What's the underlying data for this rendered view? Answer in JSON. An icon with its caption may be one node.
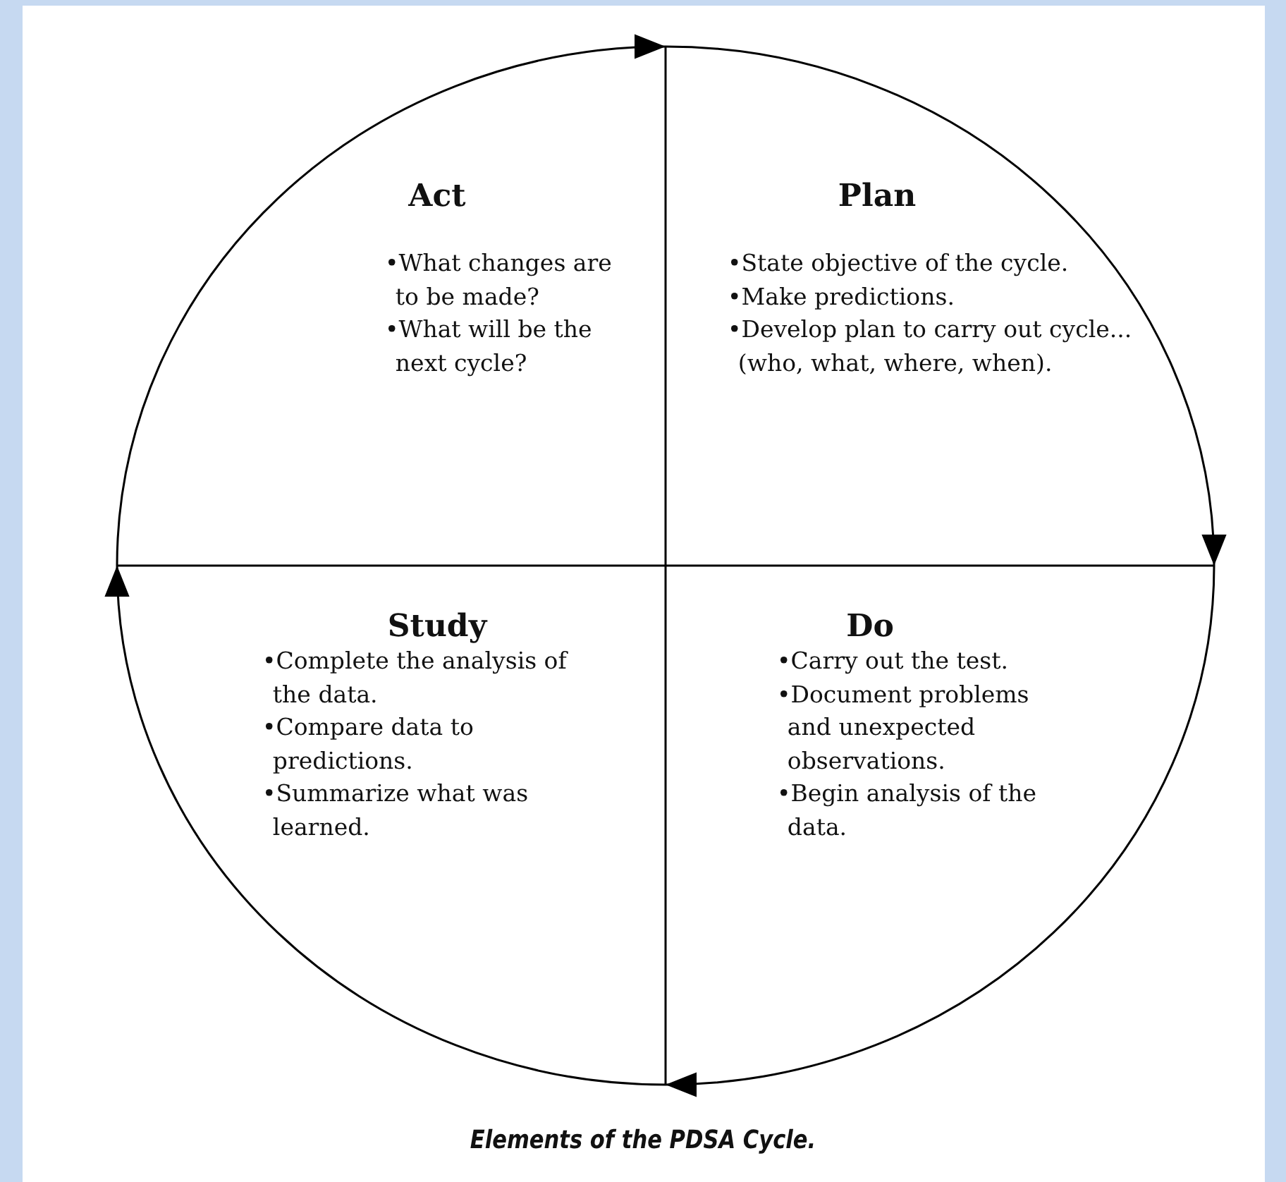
{
  "diagram": {
    "caption": "Elements of the PDSA Cycle.",
    "nodes": [
      {
        "text": [
          "Act",
          "•What changes are to be made?",
          "•What will be the next cycle?"
        ]
      },
      {
        "text": [
          "Plan",
          "•State objective of the cycle.",
          "•Make predictions.",
          "•Develop plan to carry out cycle... (who, what, where, when)."
        ]
      },
      {
        "text": [
          "Study",
          "•Complete the analysis of the data.",
          "•Compare data to predictions.",
          "•Summarize what was learned."
        ]
      },
      {
        "text": [
          "Do",
          "•Carry out the test.",
          "•Document problems and unexpected observations.",
          "•Begin analysis of the data."
        ]
      }
    ],
    "edges": [
      {
        "from": 0,
        "to": 1,
        "arrow": "to"
      },
      {
        "from": 1,
        "to": 3,
        "arrow": "to"
      },
      {
        "from": 3,
        "to": 2,
        "arrow": "to"
      },
      {
        "from": 2,
        "to": 0,
        "arrow": "to"
      }
    ]
  }
}
